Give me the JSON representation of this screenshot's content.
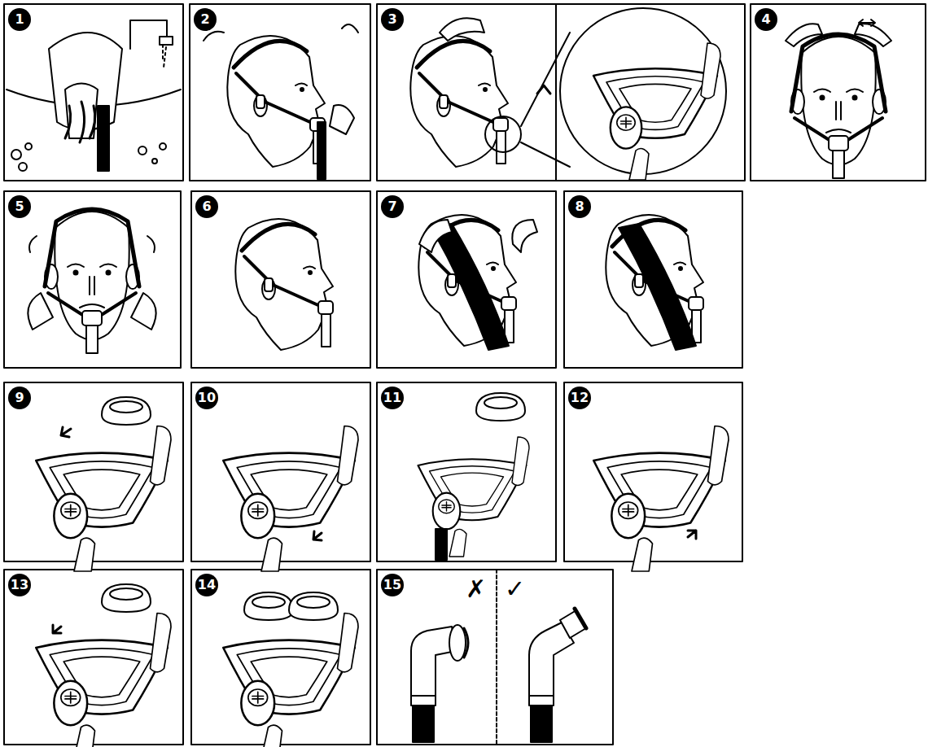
{
  "diagram": {
    "labels": [
      "1",
      "2",
      "3",
      "4",
      "5",
      "6",
      "7",
      "8",
      "9",
      "10",
      "11",
      "12",
      "13",
      "14",
      "15",
      "✗",
      "✓"
    ]
  }
}
